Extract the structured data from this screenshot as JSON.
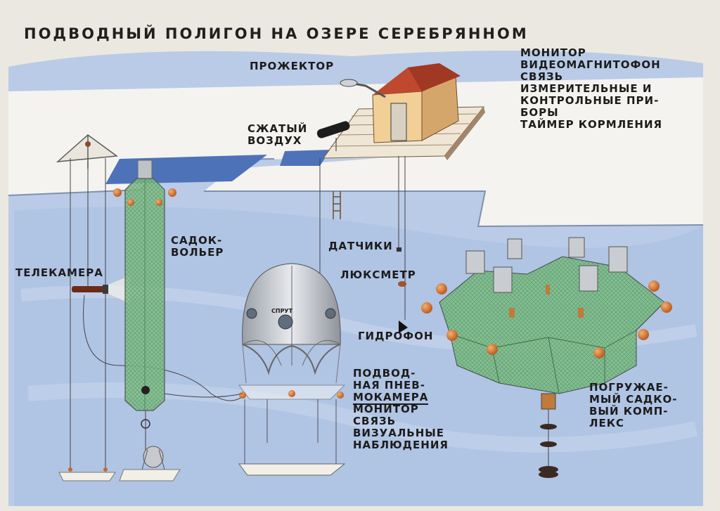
{
  "title": "ПОДВОДНЫЙ ПОЛИГОН НА ОЗЕРЕ СЕРЕБРЯННОМ",
  "labels": {
    "projector": "ПРОЖЕКТОР",
    "monitor_list": [
      "МОНИТОР",
      "ВИДЕОМАГНИТОФОН",
      "СВЯЗЬ",
      "ИЗМЕРИТЕЛЬНЫЕ И",
      "КОНТРОЛЬНЫЕ ПРИ-",
      "БОРЫ",
      "ТАЙМЕР КОРМЛЕНИЯ"
    ],
    "compressed_air": [
      "СЖАТЫЙ",
      "ВОЗДУХ"
    ],
    "cage_aviary": [
      "САДОК-",
      "ВОЛЬЕР"
    ],
    "sensors": "ДАТЧИКИ",
    "luxmeter": "ЛЮКСМЕТР",
    "tv_camera": "ТЕЛЕКАМЕРА",
    "hydrophone": "ГИДРОФОН",
    "pneumatic_chamber": [
      "ПОДВОД-",
      "НАЯ ПНЕВ-",
      "МОКАМЕРА"
    ],
    "chamber_functions": [
      "МОНИТОР",
      "СВЯЗЬ",
      "ВИЗУАЛЬНЫЕ",
      "НАБЛЮДЕНИЯ"
    ],
    "submersible_complex": [
      "ПОГРУЖАЕ-",
      "МЫЙ САДКО-",
      "ВЫЙ КОМП-",
      "ЛЕКС"
    ],
    "dome_marking": "СПРУТ"
  },
  "colors": {
    "water": "#b9cbe6",
    "ice": "#f4f3ef",
    "net_green": "#6fae7a",
    "float_orange": "#d9843a",
    "roof_red": "#b8432b",
    "text": "#1c1c1c"
  }
}
